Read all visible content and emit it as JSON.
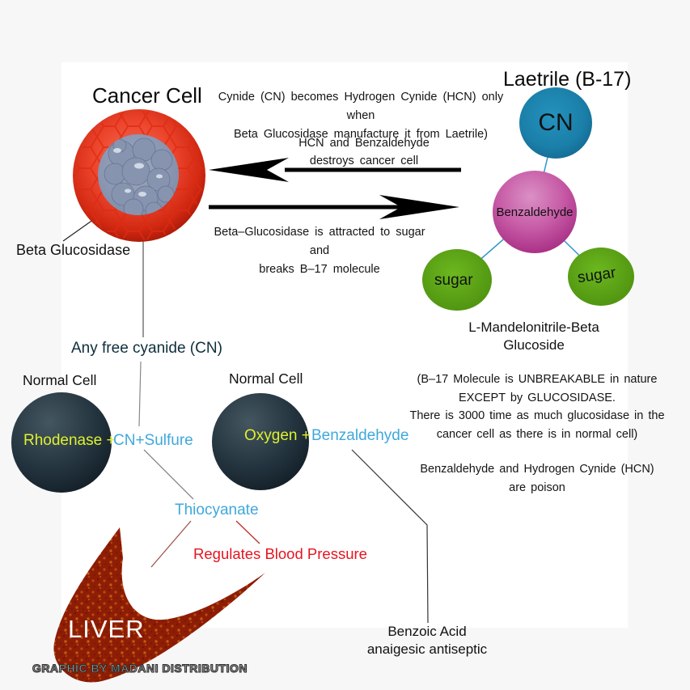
{
  "header": {
    "cancer_cell_title": "Cancer Cell",
    "laetrile_title": "Laetrile (B-17)"
  },
  "notes": {
    "cynide_line1": "Cynide (CN) becomes Hydrogen Cynide (HCN) only when",
    "cynide_line2": "Beta Glucosidase manufacture it from Laetrile)",
    "hcn_line1": "HCN and Benzaldehyde",
    "hcn_line2": "destroys cancer cell",
    "attract_line1": "Beta–Glucosidase is attracted to sugar and",
    "attract_line2": "breaks B–17 molecule"
  },
  "molecule": {
    "cn": "CN",
    "benzaldehyde": "Benzaldehyde",
    "sugar_left": "sugar",
    "sugar_right": "sugar",
    "caption_line1": "L-Mandelonitrile-Beta",
    "caption_line2": "Glucoside"
  },
  "cancer": {
    "beta_glucosidase": "Beta Glucosidase"
  },
  "pathway": {
    "free_cyanide": "Any free cyanide (CN)",
    "normal_cell_left": "Normal Cell",
    "normal_cell_right": "Normal Cell",
    "rhodenase": "Rhodenase +",
    "cn_sulfure": "CN+Sulfure",
    "oxygen": "Oxygen +",
    "benzaldehyde": "Benzaldehyde",
    "thiocyanate": "Thiocyanate",
    "regulates": "Regulates Blood Pressure",
    "liver": "LIVER",
    "benzoic_line1": "Benzoic Acid",
    "benzoic_line2": "anaigesic antiseptic"
  },
  "sidenote": {
    "line1": "(B–17 Molecule is UNBREAKABLE in nature",
    "line2": "EXCEPT by GLUCOSIDASE.",
    "line3": "There is 3000 time as much glucosidase in the",
    "line4": "cancer cell as there is in normal cell)",
    "line5": "Benzaldehyde and Hydrogen Cynide (HCN)",
    "line6": "are poison"
  },
  "credit": "GRAPHIC BY MADANI DISTRIBUTION",
  "colors": {
    "free_cyanide_text": "#0e2e3c",
    "cyan_text": "#3fa8dc",
    "yellow_text": "#dff02e",
    "red_text": "#e61420",
    "cn_circle": "#1a7ea8",
    "benzaldehyde_circle": "#bb3e94",
    "sugar_circle": "#57a317",
    "liver_red": "#8e1d05",
    "cancer_red": "#e03018"
  }
}
